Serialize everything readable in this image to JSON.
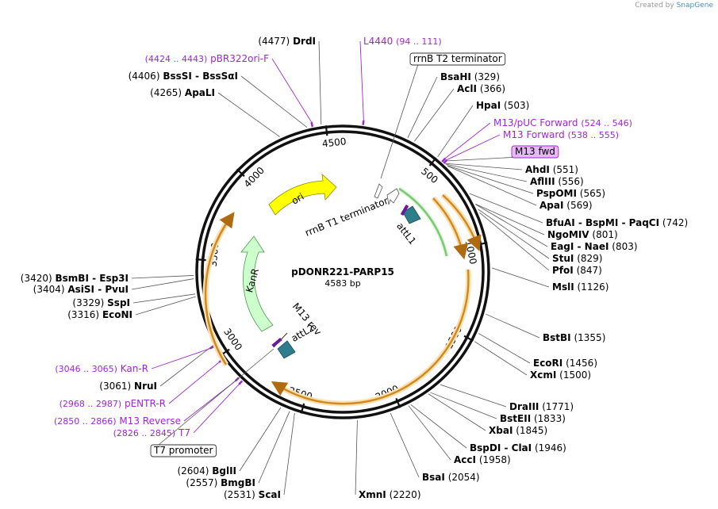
{
  "credit": {
    "prefix": "Created by",
    "brand": "SnapGene"
  },
  "map": {
    "name": "pDONR221-PARP15",
    "length_label": "4583 bp",
    "length": 4583
  },
  "ticks": [
    {
      "pos": 500,
      "label": "500"
    },
    {
      "pos": 1000,
      "label": "1000"
    },
    {
      "pos": 1500,
      "label": "1500"
    },
    {
      "pos": 2000,
      "label": "2000"
    },
    {
      "pos": 2500,
      "label": "2500"
    },
    {
      "pos": 3000,
      "label": "3000"
    },
    {
      "pos": 3500,
      "label": "3500"
    },
    {
      "pos": 4000,
      "label": "4000"
    },
    {
      "pos": 4500,
      "label": "4500"
    }
  ],
  "enzymes": [
    {
      "name": "DrdI",
      "pos": 4477,
      "coord": "(4477)"
    },
    {
      "name": "BssSI  -  BssSαI",
      "pos": 4406,
      "coord": "(4406)"
    },
    {
      "name": "ApaLI",
      "pos": 4265,
      "coord": "(4265)"
    },
    {
      "name": "BsaHI",
      "pos": 329,
      "coord": "(329)"
    },
    {
      "name": "AclI",
      "pos": 366,
      "coord": "(366)"
    },
    {
      "name": "HpaI",
      "pos": 503,
      "coord": "(503)"
    },
    {
      "name": "AhdI",
      "pos": 551,
      "coord": "(551)"
    },
    {
      "name": "AflIII",
      "pos": 556,
      "coord": "(556)"
    },
    {
      "name": "PspOMI",
      "pos": 565,
      "coord": "(565)"
    },
    {
      "name": "ApaI",
      "pos": 569,
      "coord": "(569)"
    },
    {
      "name": "BfuAI  -  BspMI  -  PaqCI",
      "pos": 742,
      "coord": "(742)"
    },
    {
      "name": "NgoMIV",
      "pos": 801,
      "coord": "(801)"
    },
    {
      "name": "EagI  -  NaeI",
      "pos": 803,
      "coord": "(803)"
    },
    {
      "name": "StuI",
      "pos": 829,
      "coord": "(829)"
    },
    {
      "name": "PfoI",
      "pos": 847,
      "coord": "(847)"
    },
    {
      "name": "MslI",
      "pos": 1126,
      "coord": "(1126)"
    },
    {
      "name": "BstBI",
      "pos": 1355,
      "coord": "(1355)"
    },
    {
      "name": "EcoRI",
      "pos": 1456,
      "coord": "(1456)"
    },
    {
      "name": "XcmI",
      "pos": 1500,
      "coord": "(1500)"
    },
    {
      "name": "DraIII",
      "pos": 1771,
      "coord": "(1771)"
    },
    {
      "name": "BstEII",
      "pos": 1833,
      "coord": "(1833)"
    },
    {
      "name": "XbaI",
      "pos": 1845,
      "coord": "(1845)"
    },
    {
      "name": "BspDI  -  ClaI",
      "pos": 1946,
      "coord": "(1946)"
    },
    {
      "name": "AccI",
      "pos": 1958,
      "coord": "(1958)"
    },
    {
      "name": "BsaI",
      "pos": 2054,
      "coord": "(2054)"
    },
    {
      "name": "XmnI",
      "pos": 2220,
      "coord": "(2220)"
    },
    {
      "name": "ScaI",
      "pos": 2531,
      "coord": "(2531)"
    },
    {
      "name": "BmgBI",
      "pos": 2557,
      "coord": "(2557)"
    },
    {
      "name": "BglII",
      "pos": 2604,
      "coord": "(2604)"
    },
    {
      "name": "NruI",
      "pos": 3061,
      "coord": "(3061)"
    },
    {
      "name": "EcoNI",
      "pos": 3316,
      "coord": "(3316)"
    },
    {
      "name": "SspI",
      "pos": 3329,
      "coord": "(3329)"
    },
    {
      "name": "AsiSI  -  PvuI",
      "pos": 3404,
      "coord": "(3404)"
    },
    {
      "name": "BsmBI  -  Esp3I",
      "pos": 3420,
      "coord": "(3420)"
    }
  ],
  "primers": [
    {
      "name": "L4440",
      "range": "(94 .. 111)",
      "pos": 100
    },
    {
      "name": "M13/pUC Forward",
      "range": "(524 .. 546)",
      "pos": 535
    },
    {
      "name": "M13 Forward",
      "range": "(538 .. 555)",
      "pos": 546
    },
    {
      "name": "pBR322ori-F",
      "range": "(4424 .. 4443)",
      "pos": 4433
    },
    {
      "name": "Kan-R",
      "range": "(3046 .. 3065)",
      "pos": 3055
    },
    {
      "name": "pENTR-R",
      "range": "(2968 .. 2987)",
      "pos": 2977
    },
    {
      "name": "M13 Reverse",
      "range": "(2850 .. 2866)",
      "pos": 2858
    },
    {
      "name": "T7",
      "range": "(2826 .. 2845)",
      "pos": 2835
    }
  ],
  "boxed_features": [
    {
      "name": "rrnB T2 terminator",
      "pos": 200
    },
    {
      "name": "M13 fwd",
      "pos": 548
    },
    {
      "name": "T7 promoter",
      "pos": 2780
    }
  ],
  "inner_features": [
    {
      "name": "ori",
      "color": "#ffff00"
    },
    {
      "name": "KanR",
      "color": "#ccffcc"
    },
    {
      "name": "rrnB T1 terminator",
      "color": "#ffffff"
    },
    {
      "name": "attL1",
      "color": "#2e7d8c"
    },
    {
      "name": "M13 rev",
      "color": "#ffffff"
    },
    {
      "name": "attL2",
      "color": "#2e7d8c"
    }
  ],
  "colors": {
    "primer": "#a026d6",
    "orf": "#f0a030",
    "orf_glow": "#fbe0b0",
    "green": "#2ea02e",
    "backbone": "#111111"
  }
}
